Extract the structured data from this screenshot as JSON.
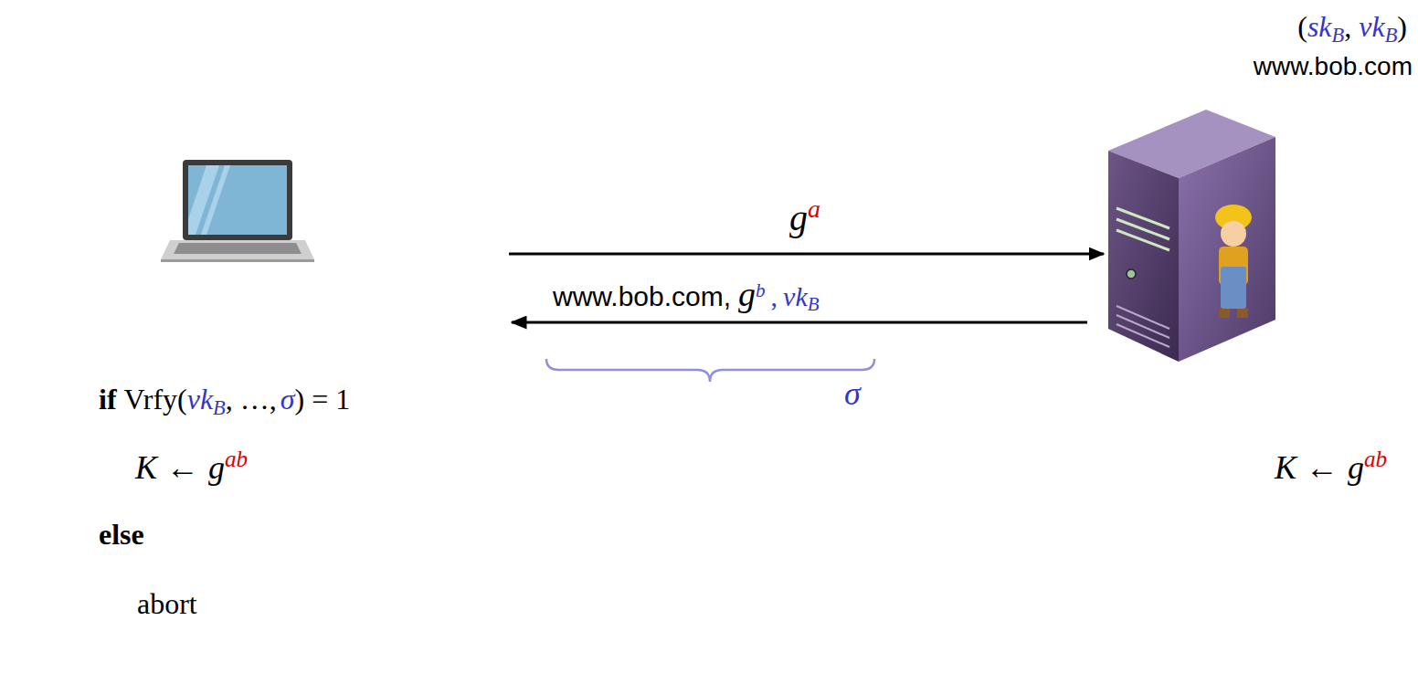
{
  "diagram": {
    "labels": [
      "(",
      "sk",
      "B",
      ",",
      "vk",
      "B",
      ")",
      "www.bob.com",
      "g",
      "a",
      "www.bob.com,",
      "g",
      "b",
      ",",
      "vk",
      "B",
      "σ",
      "if",
      "Vrfy(",
      "vk",
      "B",
      ", …,",
      "σ",
      ") = 1",
      "K",
      "←",
      "g",
      "ab",
      "else",
      "abort",
      "K",
      "←",
      "g",
      "ab"
    ]
  }
}
